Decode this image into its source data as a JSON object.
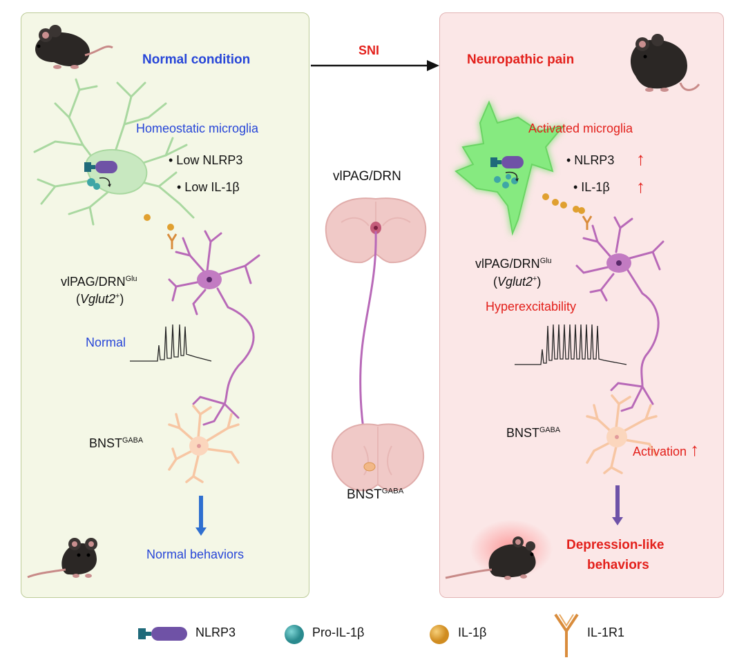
{
  "arrow_label": "SNI",
  "normal": {
    "title": "Normal condition",
    "microglia_label": "Homeostatic microglia",
    "bullet_1": "• Low NLRP3",
    "bullet_2": "• Low IL-1β",
    "neuron_label": "vlPAG/DRN",
    "neuron_sup": "Glu",
    "vglut_open": "(",
    "vglut_italic": "Vglut2",
    "vglut_plus": "+",
    "vglut_close": ")",
    "firing_label": "Normal",
    "target_label": "BNST",
    "target_sup": "GABA",
    "outcome": "Normal behaviors"
  },
  "pain": {
    "title": "Neuropathic pain",
    "microglia_label": "Activated microglia",
    "bullet_1": "• NLRP3",
    "bullet_2": "• IL-1β",
    "up_arrow": "↑",
    "neuron_label": "vlPAG/DRN",
    "neuron_sup": "Glu",
    "vglut_open": "(",
    "vglut_italic": "Vglut2",
    "vglut_plus": "+",
    "vglut_close": ")",
    "firing_label": "Hyperexcitability",
    "target_label": "BNST",
    "target_sup": "GABA",
    "activation_label": "Activation",
    "outcome_line1": "Depression-like",
    "outcome_line2": "behaviors"
  },
  "center": {
    "top_label": "vlPAG/DRN",
    "bottom_label": "BNST",
    "bottom_sup": "GABA"
  },
  "legend": [
    {
      "icon": "nlrp3-icon",
      "label": "NLRP3"
    },
    {
      "icon": "pro-il1b-icon",
      "label": "Pro-IL-1β"
    },
    {
      "icon": "il1b-icon",
      "label": "IL-1β"
    },
    {
      "icon": "il1r1-icon",
      "label": "IL-1R1"
    }
  ],
  "colors": {
    "normal_text": "#2746d8",
    "pain_text": "#e3201b",
    "microglia_homeostatic": "#bfe3b8",
    "microglia_activated": "#7ee87a",
    "neuron": "#b869b8",
    "bnst_neuron": "#f7c6a3",
    "nlrp3": "#6f52a6",
    "pro_il1b": "#3fa6a6",
    "il1b": "#e0a030",
    "il1r1": "#d98c3c"
  }
}
